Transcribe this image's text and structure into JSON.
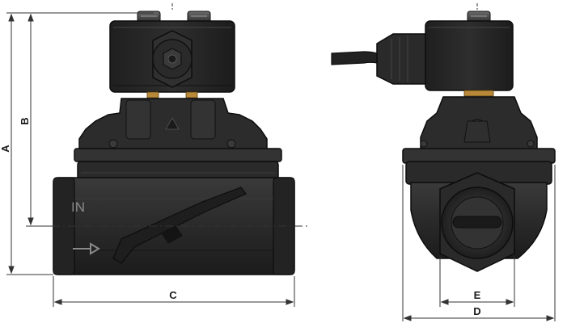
{
  "dimensions": {
    "a": "A",
    "b": "B",
    "c": "C",
    "d": "D",
    "e": "E"
  },
  "embossed": {
    "inlet": "IN"
  },
  "colors": {
    "body": "#2b2b2b",
    "body_light": "#3d3d3d",
    "body_dark": "#161616",
    "coil": "#262626",
    "edge": "#0d0d0d",
    "brass": "#b8893a",
    "dim_line": "#333333"
  },
  "icons": {
    "flow_arrow": "arrow-right-icon"
  }
}
